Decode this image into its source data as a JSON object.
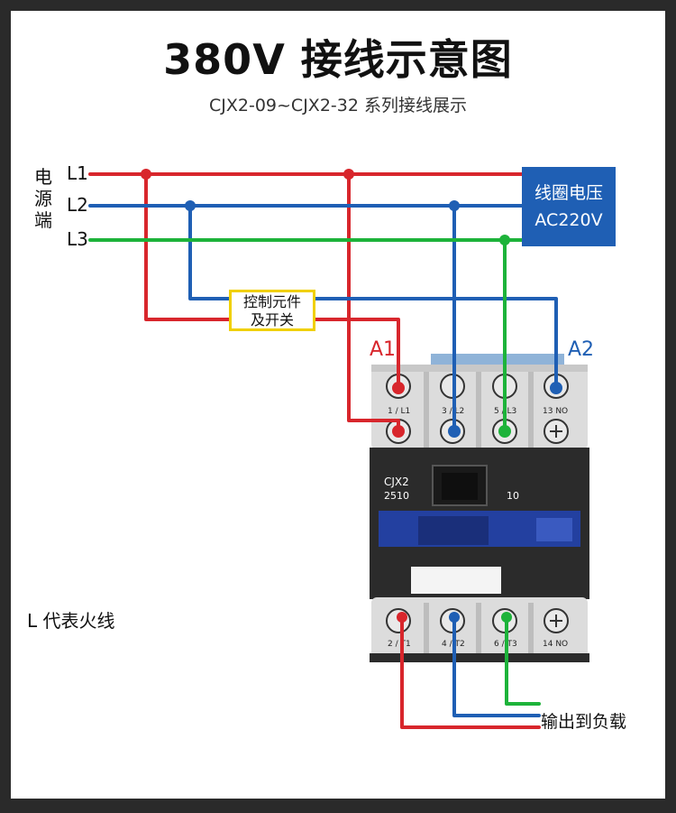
{
  "title": "380V 接线示意图",
  "subtitle": "CJX2-09~CJX2-32 系列接线展示",
  "power_side_label": "电源端",
  "lines": [
    "L1",
    "L2",
    "L3"
  ],
  "coil_box": {
    "line1": "线圈电压",
    "line2": "AC220V"
  },
  "control_box": {
    "line1": "控制元件",
    "line2": "及开关"
  },
  "terminal_a1": "A1",
  "terminal_a2": "A2",
  "device": {
    "model_line1": "CJX2",
    "model_line2": "2510",
    "contact_code": "10",
    "top_terminals": [
      "1 / L1",
      "3 / L2",
      "5 / L3",
      "13 NO"
    ],
    "bottom_terminals": [
      "2 / T1",
      "4 / T2",
      "6 / T3",
      "14 NO"
    ]
  },
  "note": "L 代表火线",
  "output_label": "输出到负载",
  "colors": {
    "L1": "#d8262c",
    "L2": "#1f5fb4",
    "L3": "#1db33a",
    "control_box_border": "#f0d000",
    "coil_box": "#1f5fb4",
    "device_body": "#2b2b2b",
    "device_blue_bar": "#2340a0"
  }
}
